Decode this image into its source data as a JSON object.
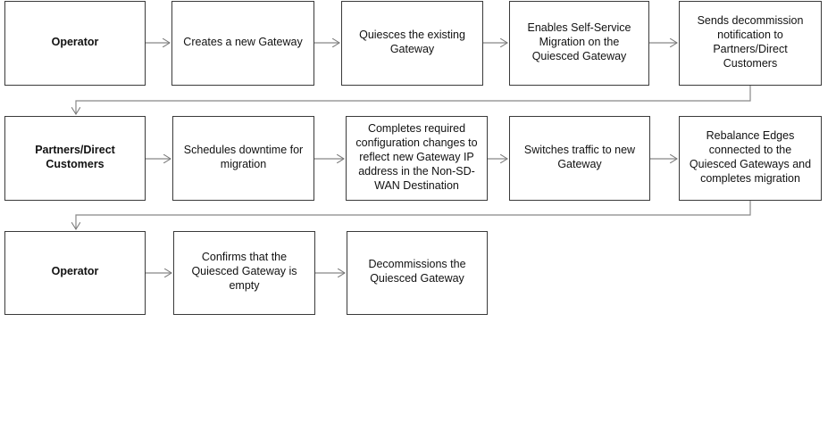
{
  "rows": [
    {
      "actor": "Operator",
      "steps": [
        "Creates a new Gateway",
        "Quiesces the existing Gateway",
        "Enables Self-Service Migration on the Quiesced Gateway",
        "Sends decommission notification to Partners/Direct Customers"
      ]
    },
    {
      "actor": "Partners/Direct Customers",
      "steps": [
        "Schedules downtime for migration",
        "Completes required configuration changes to reflect new Gateway IP address in the Non-SD-WAN Destination",
        "Switches traffic to new Gateway",
        "Rebalance Edges connected to the Quiesced Gateways and completes migration"
      ]
    },
    {
      "actor": "Operator",
      "steps": [
        "Confirms that the Quiesced Gateway is empty",
        "Decommissions the Quiesced Gateway"
      ]
    }
  ]
}
